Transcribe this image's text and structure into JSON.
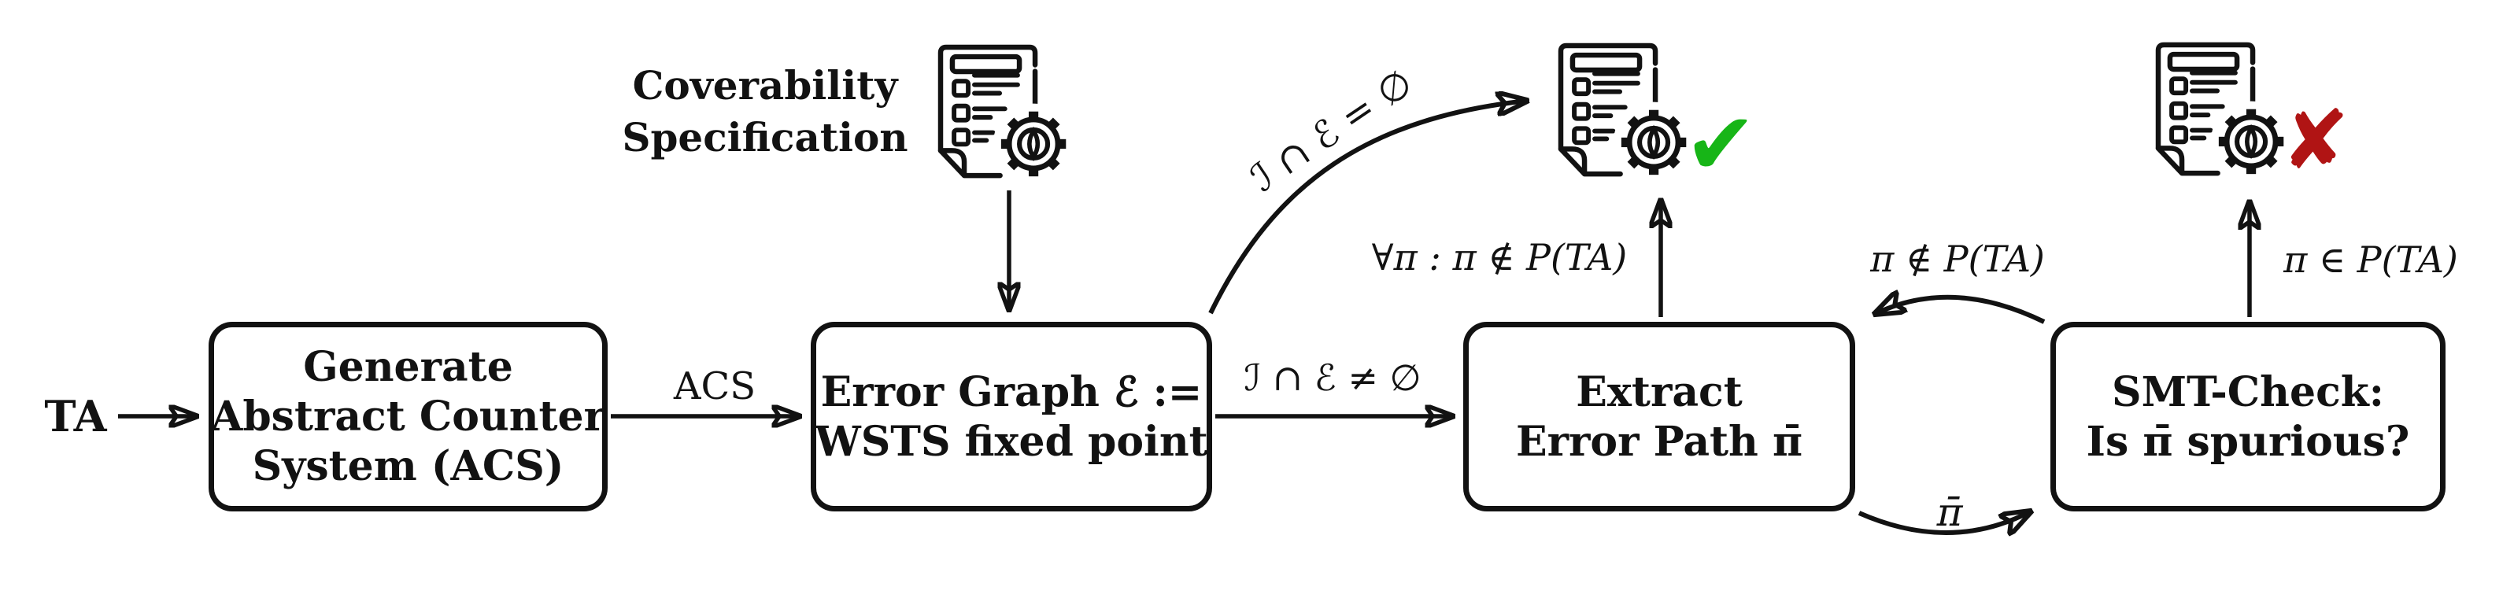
{
  "colors": {
    "bg": "#ffffff",
    "ink": "#121212",
    "check_green": "#17b517",
    "cross_red": "#b01414"
  },
  "nodes": {
    "input_label": "TA",
    "generate_acs": {
      "line1": "Generate",
      "line2": "Abstract Counter",
      "line3": "System (ACS)"
    },
    "error_graph": {
      "line1": "Error Graph ℰ :=",
      "line2": "WSTS fixed point"
    },
    "extract_path": {
      "line1": "Extract",
      "line2": "Error Path π̄"
    },
    "smt_check": {
      "line1": "SMT-Check:",
      "line2": "Is π̄ spurious?"
    }
  },
  "labels": {
    "acs": "ACS",
    "coverability_line1": "Coverability",
    "coverability_line2": "Specification",
    "intersection_empty": "ℐ ∩ ℰ = ∅",
    "intersection_nonempty": "ℐ ∩ ℰ ≠ ∅",
    "all_paths_infeasible": "∀π : π ∉ P(TA)",
    "path_infeasible": "π ∉ P(TA)",
    "path_feasible": "π ∈ P(TA)",
    "pi_bar": "π̄"
  },
  "icons": {
    "spec_icon_meaning": "document-with-gear",
    "safe_glyph": "✔",
    "unsafe_glyph": "✘"
  }
}
